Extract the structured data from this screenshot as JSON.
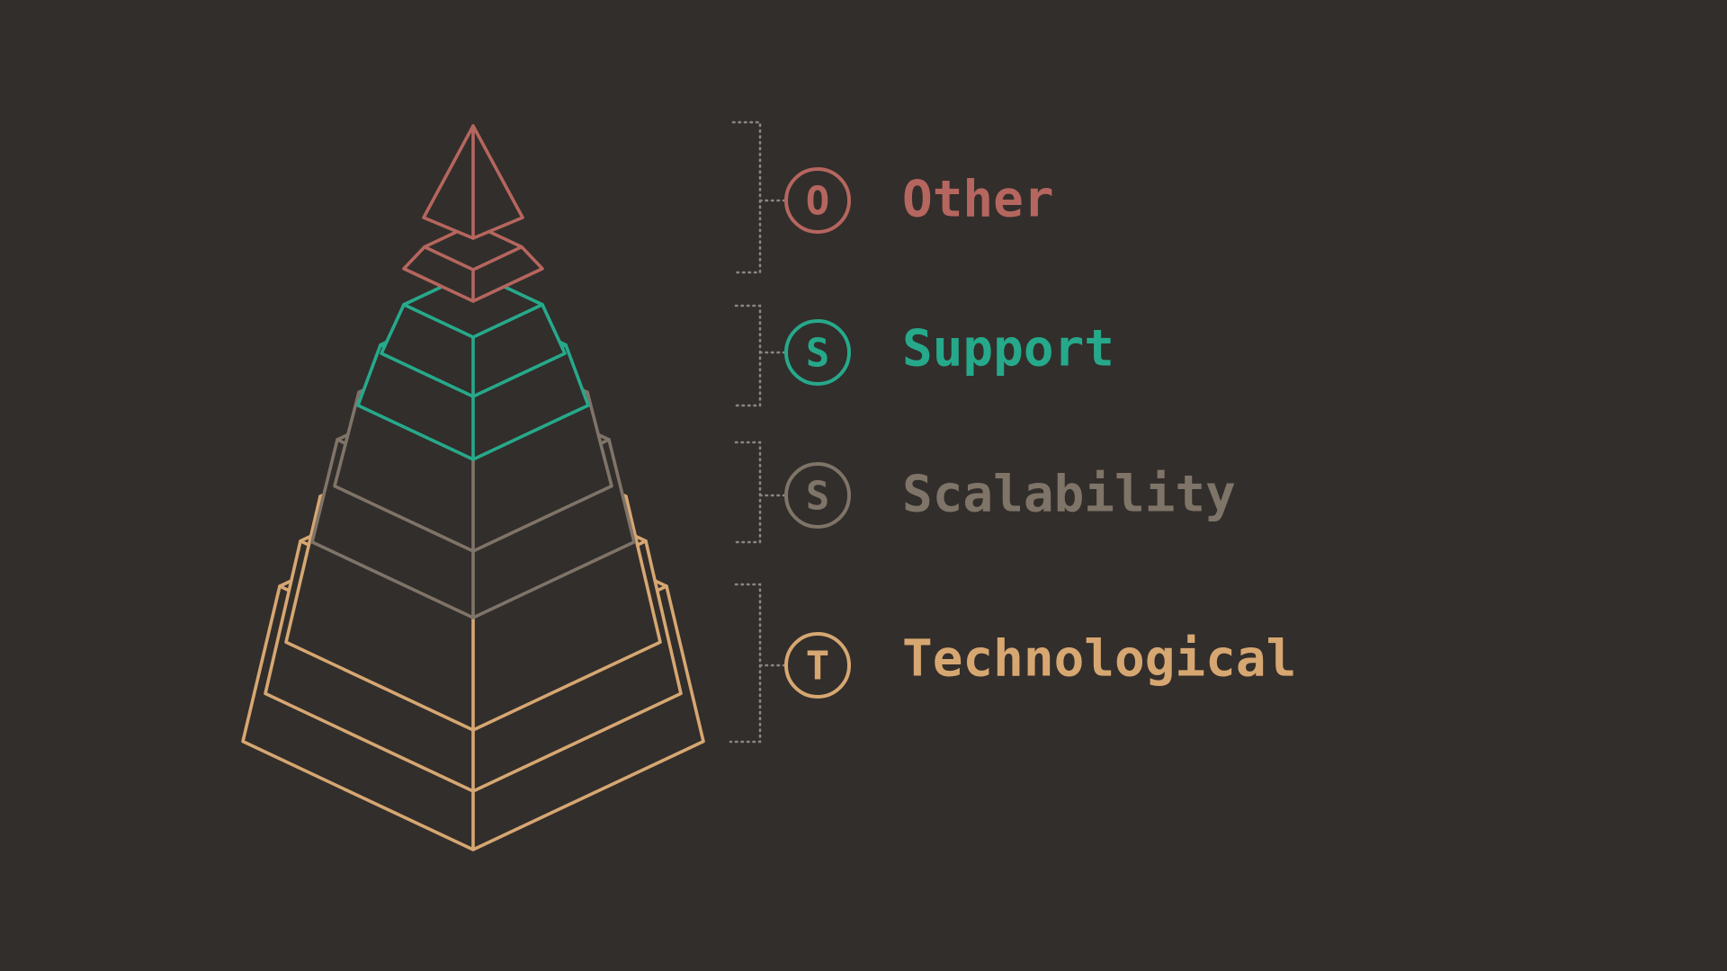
{
  "layers": [
    {
      "id": "other",
      "letter": "O",
      "label": "Other",
      "color": "#b5665e"
    },
    {
      "id": "support",
      "letter": "S",
      "label": "Support",
      "color": "#26a98b"
    },
    {
      "id": "scalability",
      "letter": "S",
      "label": "Scalability",
      "color": "#7f7468"
    },
    {
      "id": "technological",
      "letter": "T",
      "label": "Technological",
      "color": "#d7a772"
    }
  ],
  "colors": {
    "background": "#322e2b",
    "bracket": "#8b857f"
  }
}
